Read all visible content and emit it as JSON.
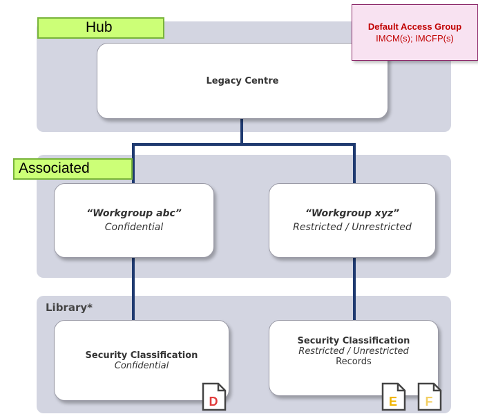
{
  "hub": {
    "tag": "Hub",
    "box_label": "Legacy Centre"
  },
  "access_group": {
    "title": "Default Access Group",
    "members": "IMCM(s); IMCFP(s)"
  },
  "associated": {
    "tag": "Associated",
    "left": {
      "name": "“Workgroup abc”",
      "classification": "Confidential"
    },
    "right": {
      "name": "“Workgroup xyz”",
      "classification": "Restricted / Unrestricted"
    }
  },
  "library": {
    "label": "Library*",
    "left": {
      "title": "Security Classification",
      "classification": "Confidential",
      "icons": [
        {
          "letter": "D",
          "color": "#e03c3c"
        }
      ]
    },
    "right": {
      "title": "Security Classification",
      "classification": "Restricted / Unrestricted",
      "extra": "Records",
      "icons": [
        {
          "letter": "E",
          "color": "#f0b400"
        },
        {
          "letter": "F",
          "color": "#f3cf63"
        }
      ]
    }
  },
  "colors": {
    "band": "#d3d5e1",
    "connector": "#1f3a70",
    "tag_fill": "#ccff77",
    "access_text": "#c00000"
  }
}
